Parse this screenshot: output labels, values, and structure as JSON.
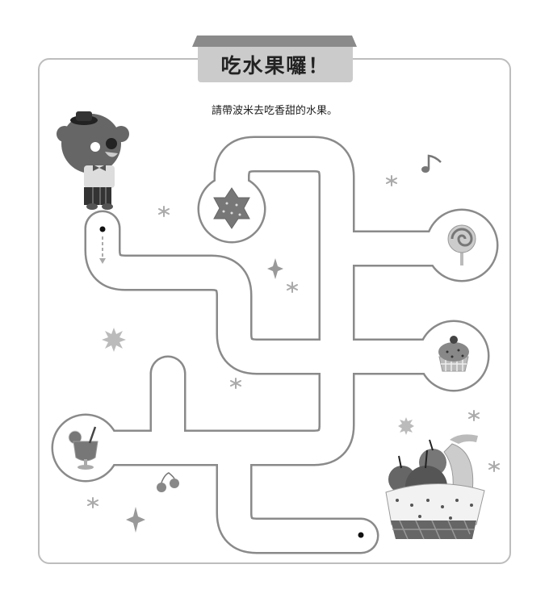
{
  "title": "吃水果囉！",
  "instruction": "請帶波米去吃香甜的水果。",
  "colors": {
    "maze_wall": "#8a8a8a",
    "title_bg": "#cbcbcb",
    "roof": "#8a8a8a",
    "frame": "#bdbdbd"
  },
  "maze": {
    "start_icon": "bear-character",
    "end_icon": "fruit-basket",
    "branch_items": [
      "star-cookie",
      "lollipop",
      "cupcake",
      "juice"
    ]
  }
}
